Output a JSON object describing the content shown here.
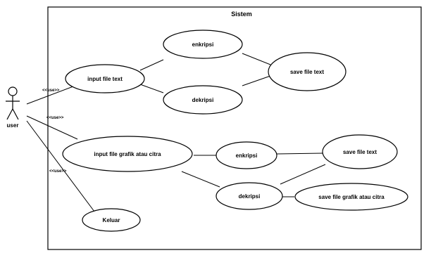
{
  "system": {
    "title": "Sistem"
  },
  "actor": {
    "name": "user"
  },
  "stereotype": "<<use>>",
  "use_cases": {
    "input_text": "input file text",
    "enkripsi_1": "enkripsi",
    "dekripsi_1": "dekripsi",
    "save_text_1": "save file text",
    "input_graphic": "input file grafik atau citra",
    "enkripsi_2": "enkripsi",
    "dekripsi_2": "dekripsi",
    "save_text_2": "save file text",
    "save_graphic": "save file grafik atau citra",
    "keluar": "Keluar"
  }
}
